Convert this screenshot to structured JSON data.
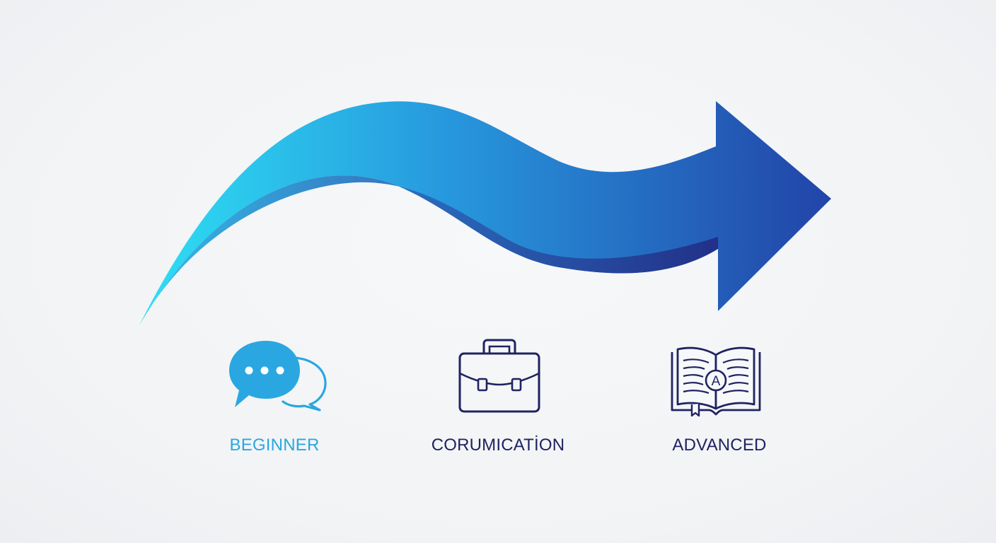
{
  "stages": [
    {
      "label": "BEGINNER",
      "icon": "chat-bubbles-icon",
      "color": "#2aa7e0"
    },
    {
      "label": "CORUMICATİON",
      "icon": "briefcase-icon",
      "color": "#1f2360"
    },
    {
      "label": "ADVANCED",
      "icon": "open-book-icon",
      "color": "#1f2360",
      "icon_letter": "A"
    }
  ],
  "colors": {
    "arrow_start": "#2ee0f4",
    "arrow_mid": "#2794dc",
    "arrow_end": "#2244a8",
    "arrow_shadow": "#233a92",
    "background": "#f2f4f6",
    "icon_stroke": "#1f2360",
    "chat_fill": "#2aa7e0"
  }
}
